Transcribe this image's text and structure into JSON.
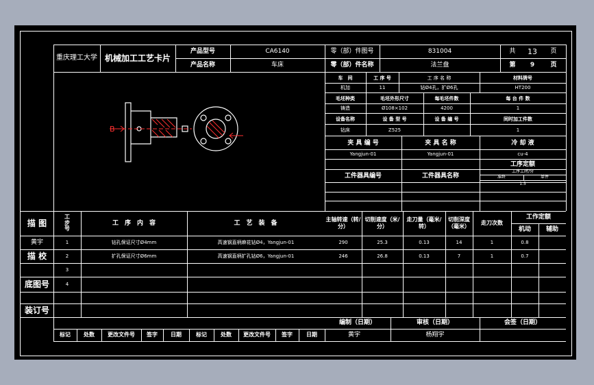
{
  "header": {
    "school": "重庆理工大学",
    "card_title": "机械加工工艺卡片",
    "product_model_label": "产品型号",
    "product_model": "CA6140",
    "product_name_label": "产品名称",
    "product_name": "车床",
    "part_no_label": "零（部）件图号",
    "part_no": "831004",
    "part_name_label": "零（部）件名称",
    "part_name": "法兰盘",
    "total_label": "共",
    "total_pages": "13",
    "page_unit": "页",
    "page_label": "第",
    "page_no": "9",
    "page_unit2": "页"
  },
  "info": {
    "workshop_label": "车　间",
    "op_no_label": "工 序 号",
    "op_name_label": "工 序 名 称",
    "material_label": "材料牌号",
    "workshop": "机加",
    "op_no": "11",
    "op_name": "钻Ø4孔，扩Ø6孔",
    "material": "HT200",
    "blank_type_label": "毛坯种类",
    "blank_size_label": "毛坯外形尺寸",
    "blank_qty_label": "每毛坯件数",
    "per_unit_label": "每 台 件 数",
    "blank_type": "铸造",
    "blank_size": "Ø108×102",
    "blank_qty": "4200",
    "per_unit": "1",
    "equip_name_label": "设备名称",
    "equip_model_label": "设 备 型 号",
    "equip_no_label": "设 备 编 号",
    "concurrent_label": "同时加工件数",
    "equip_name": "钻床",
    "equip_model": "Z525",
    "equip_no": "",
    "concurrent": "1",
    "fixture_no_label": "夹 具 编 号",
    "fixture_name_label": "夹 具 名 称",
    "coolant_label": "冷 却 液",
    "fixture_no": "Yangjun-01",
    "fixture_name": "Yangjun-01",
    "coolant": "cu-4",
    "station_tool_no_label": "工件器具编号",
    "station_tool_name_label": "工件器具名称",
    "time_quota_label": "工序定额",
    "time_quota_sub": "工序工时/分",
    "prep_label": "准终",
    "unit_label": "单件",
    "unit_time": "1.5"
  },
  "table": {
    "side_labels": [
      "描 图",
      "",
      "描 校",
      "",
      "底图号",
      "",
      "装订号"
    ],
    "col_headers": {
      "step": "工步号",
      "content": "工　序　内　容",
      "equipment": "工　艺　装　备",
      "spindle": "主轴转速（转/分）",
      "speed": "切削速度（米/分）",
      "feed": "走刀量（毫米/转）",
      "depth": "切削深度（毫米）",
      "passes": "走刀次数",
      "quota": "工作定额",
      "machine": "机动",
      "aux": "辅助"
    },
    "rows": [
      {
        "side": "黄宇",
        "step": "1",
        "content": "钻孔保证尺寸Ø4mm",
        "equipment": "高速钢直柄麻花钻Ø4，Yangjun-01",
        "spindle": "290",
        "speed": "25.3",
        "feed": "0.13",
        "depth": "14",
        "passes": "1",
        "machine": "0.8",
        "aux": ""
      },
      {
        "side": "",
        "step": "2",
        "content": "扩孔保证尺寸Ø6mm",
        "equipment": "高速钢直柄扩孔钻Ø6，Yangjun-01",
        "spindle": "246",
        "speed": "26.8",
        "feed": "0.13",
        "depth": "7",
        "passes": "1",
        "machine": "0.7",
        "aux": ""
      },
      {
        "side": "",
        "step": "3",
        "content": "",
        "equipment": "",
        "spindle": "",
        "speed": "",
        "feed": "",
        "depth": "",
        "passes": "",
        "machine": "",
        "aux": ""
      },
      {
        "side": "",
        "step": "4",
        "content": "",
        "equipment": "",
        "spindle": "",
        "speed": "",
        "feed": "",
        "depth": "",
        "passes": "",
        "machine": "",
        "aux": ""
      }
    ]
  },
  "footer": {
    "compile_label": "编制（日期）",
    "review_label": "审核（日期）",
    "sign_label": "会签（日期）",
    "compiler": "黄宇",
    "reviewer": "杨翔宇",
    "rev_labels": [
      "标记",
      "处数",
      "更改文件号",
      "签字",
      "日期",
      "标记",
      "处数",
      "更改文件号",
      "签字",
      "日期"
    ]
  },
  "drawing": {
    "section_label": "B",
    "colors": {
      "outline": "#ffffff",
      "hatch": "#ff3030",
      "accent": "#ff2020"
    }
  }
}
